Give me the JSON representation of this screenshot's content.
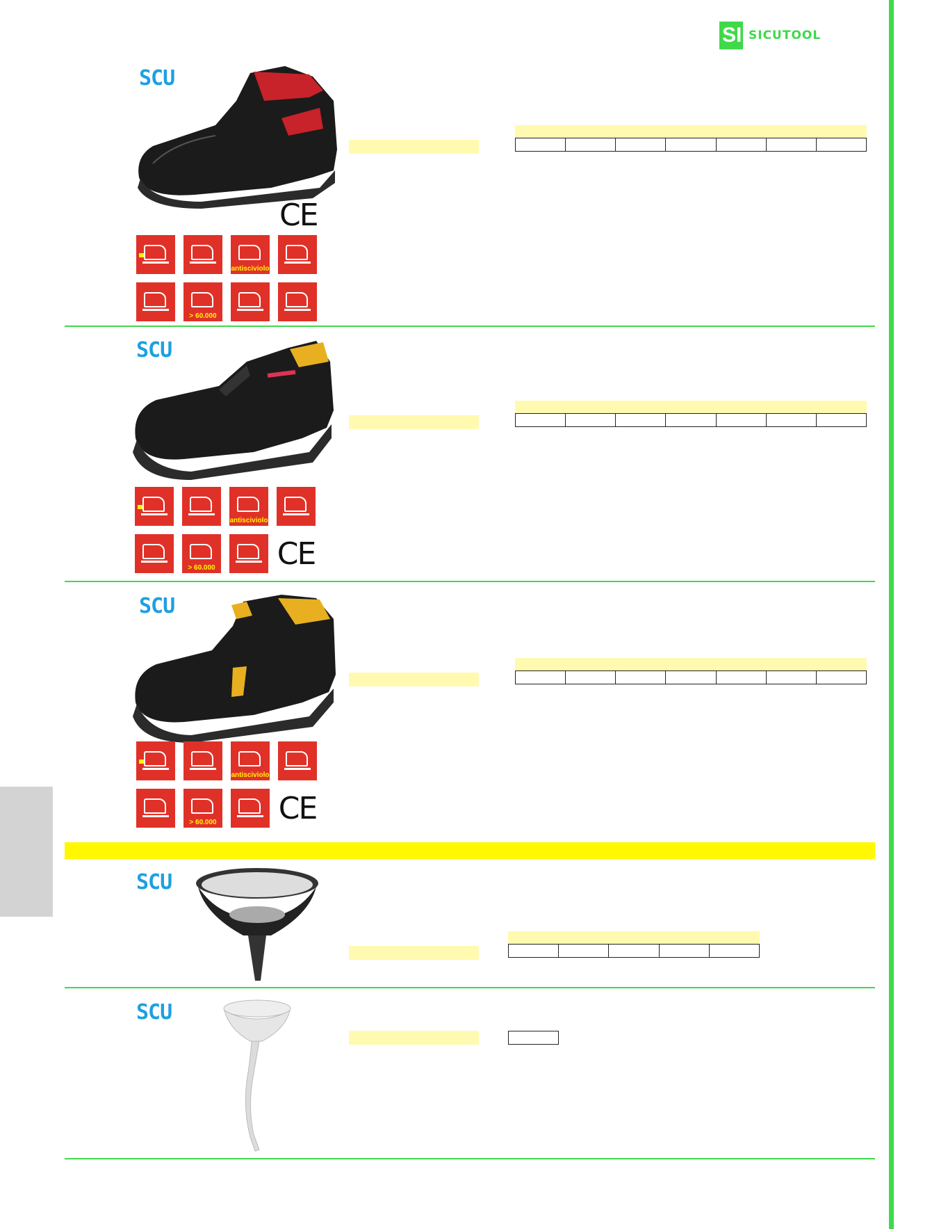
{
  "colors": {
    "green": "#3fd94a",
    "yellow": "#fff800",
    "paleyellow": "#fffab0",
    "icon_red": "#e03128"
  },
  "header": {
    "logo_text": "SICUTOOL"
  },
  "brand_label": "SCU",
  "ce_mark": "CE",
  "icon_texts": {
    "antislip": "antisciviolo",
    "flex": "> 60.000"
  },
  "products": [
    {
      "name": "high-boot-red",
      "spec_columns": 7
    },
    {
      "name": "low-shoe",
      "spec_columns": 7
    },
    {
      "name": "mid-boot",
      "spec_columns": 7
    },
    {
      "name": "metal-funnel",
      "spec_columns": 5
    },
    {
      "name": "plastic-funnel",
      "spec_columns": 1
    }
  ]
}
